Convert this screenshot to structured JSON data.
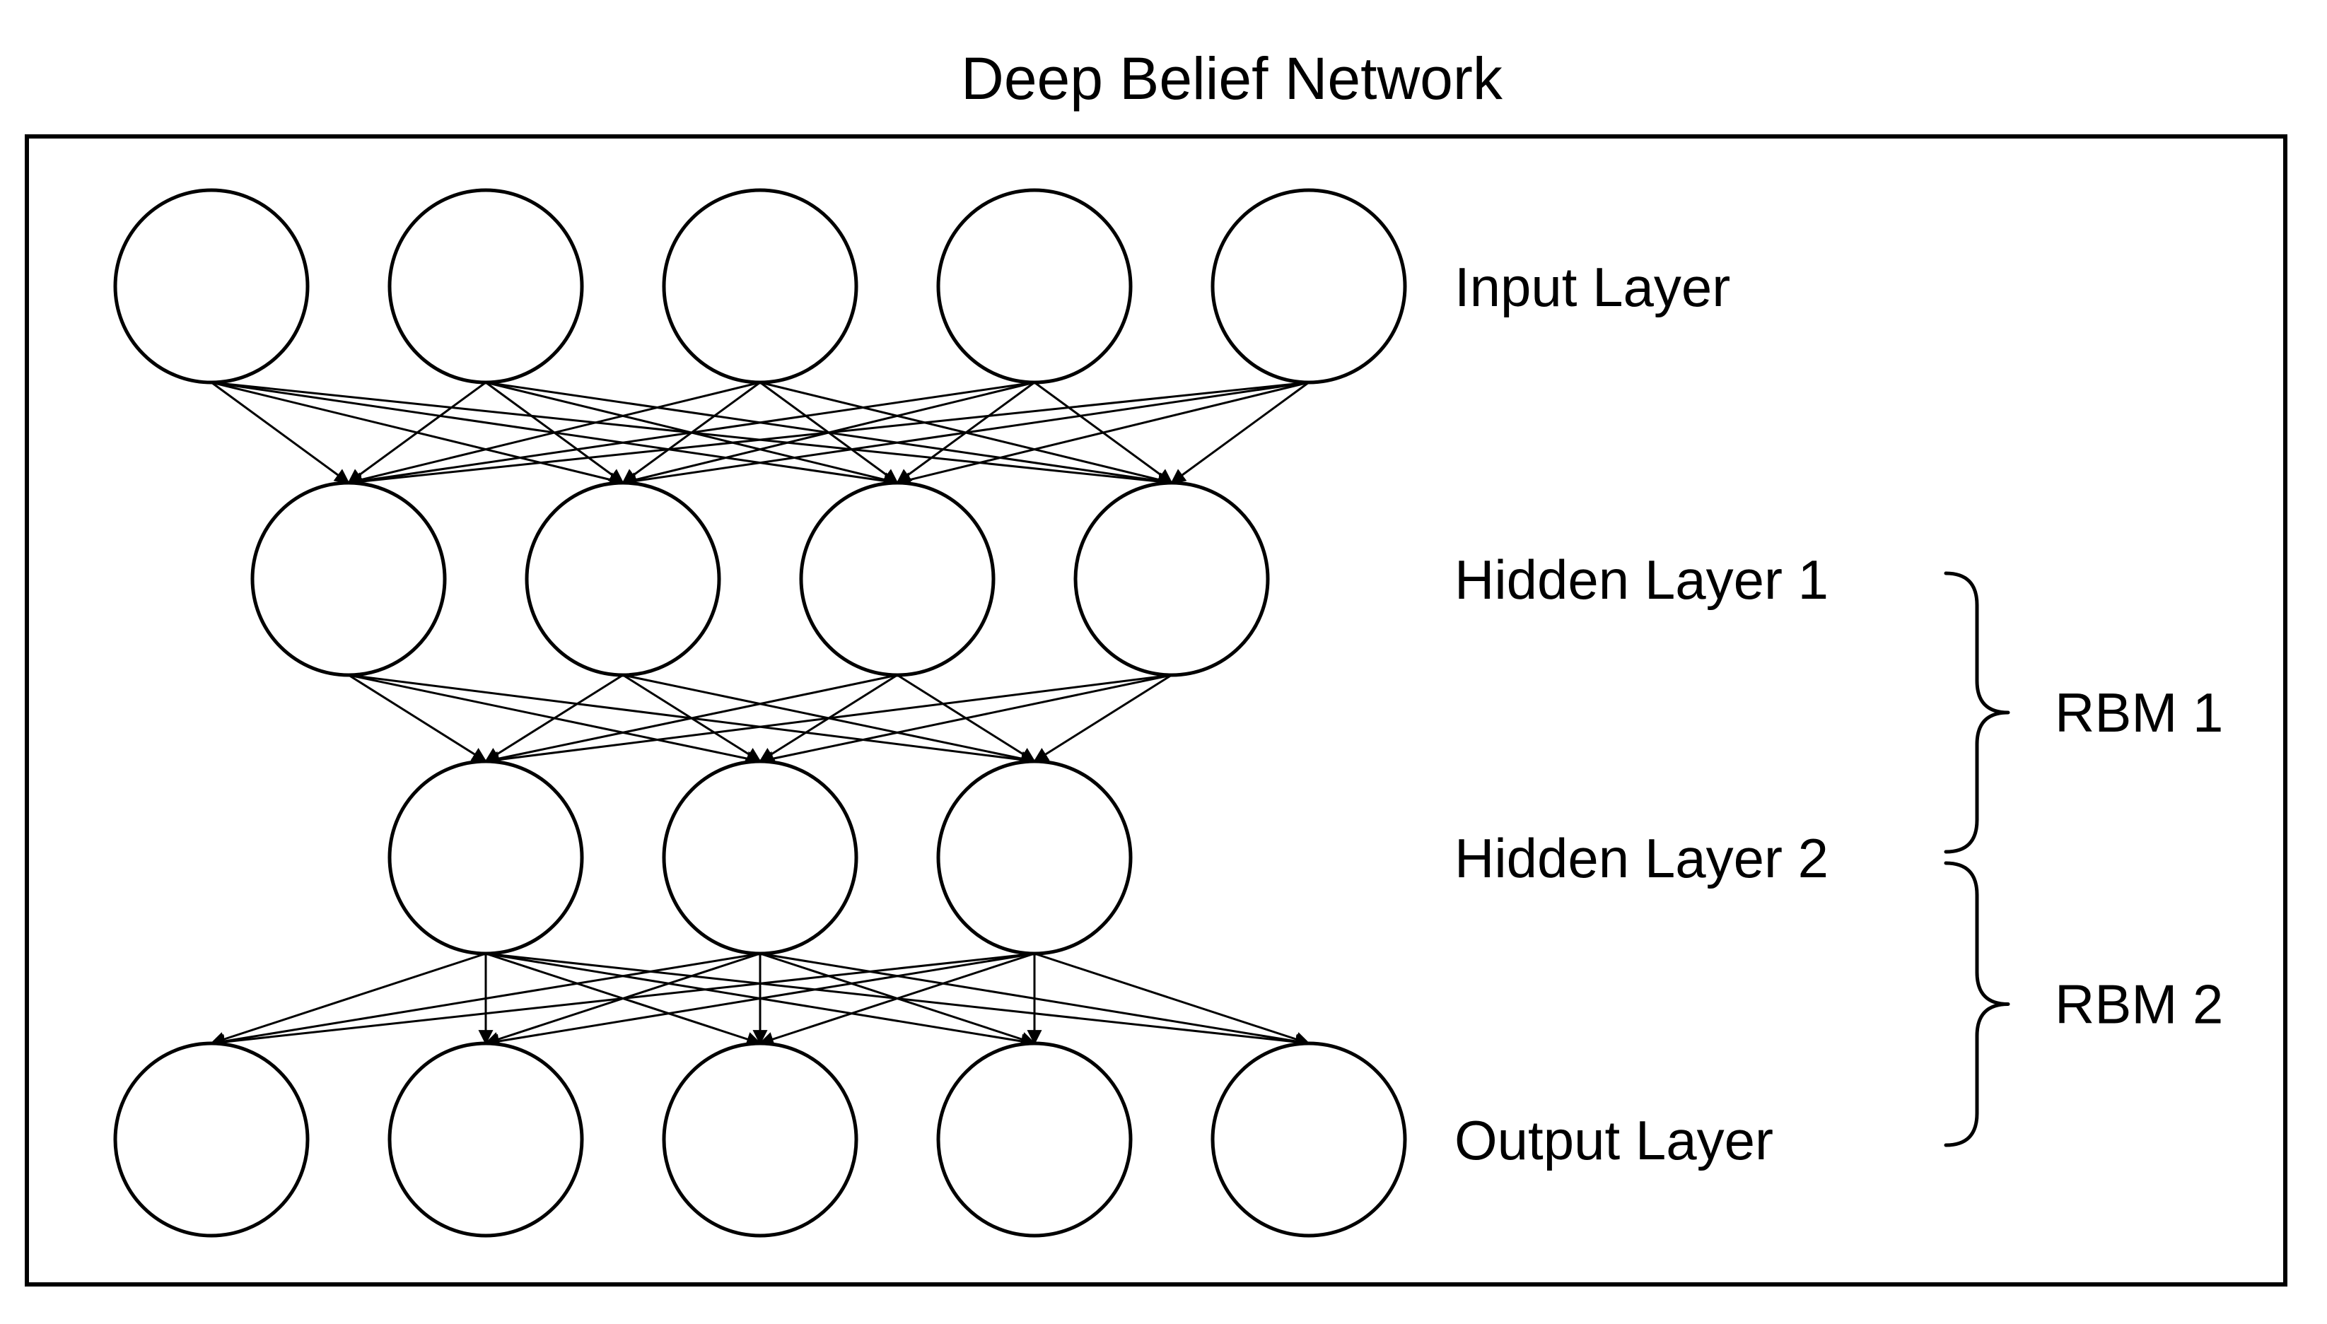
{
  "title": "Deep Belief Network",
  "colors": {
    "ink": "#000000",
    "background": "#ffffff"
  },
  "diagram": {
    "type": "neural-network",
    "layers": [
      {
        "id": "input",
        "label": "Input Layer",
        "nodes": 5
      },
      {
        "id": "hidden1",
        "label": "Hidden Layer 1",
        "nodes": 4
      },
      {
        "id": "hidden2",
        "label": "Hidden Layer 2",
        "nodes": 3
      },
      {
        "id": "output",
        "label": "Output Layer",
        "nodes": 5
      }
    ],
    "connections": [
      {
        "from": "input",
        "to": "hidden1",
        "directed": true,
        "fully_connected": true
      },
      {
        "from": "hidden1",
        "to": "hidden2",
        "directed": true,
        "fully_connected": true
      },
      {
        "from": "hidden2",
        "to": "output",
        "directed": true,
        "fully_connected": true
      }
    ],
    "annotations": [
      {
        "label": "RBM 1",
        "spans": [
          "hidden1",
          "hidden2"
        ]
      },
      {
        "label": "RBM 2",
        "spans": [
          "hidden2",
          "output"
        ]
      }
    ]
  }
}
